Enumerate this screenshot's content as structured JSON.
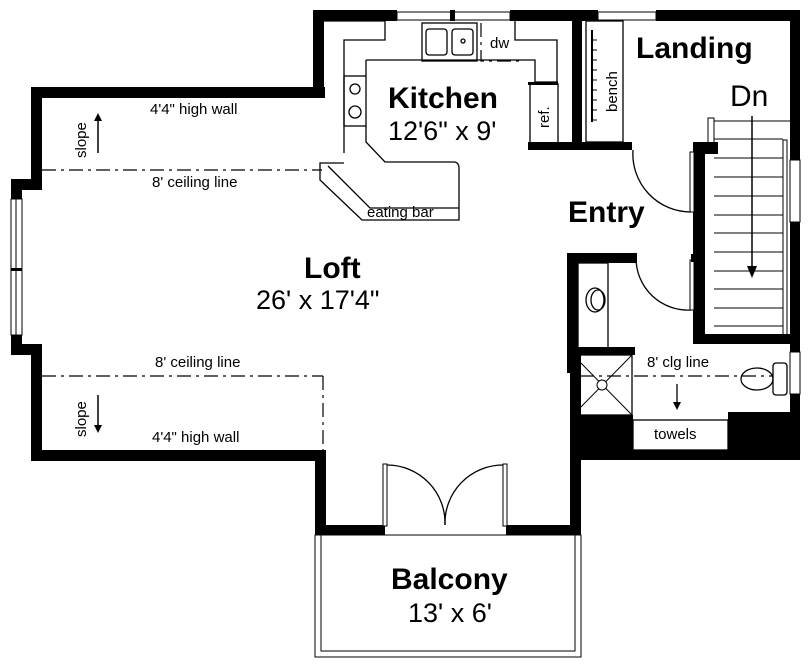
{
  "plan": {
    "rooms": {
      "kitchen": {
        "name": "Kitchen",
        "dims": "12'6\" x 9'"
      },
      "landing": {
        "name": "Landing",
        "stair_label": "Dn"
      },
      "entry": {
        "name": "Entry"
      },
      "loft": {
        "name": "Loft",
        "dims": "26' x 17'4\""
      },
      "balcony": {
        "name": "Balcony",
        "dims": "13' x 6'"
      }
    },
    "annotations": {
      "top_wall": "4'4\" high wall",
      "top_ceiling": "8' ceiling line",
      "bottom_ceiling": "8' ceiling line",
      "bottom_wall": "4'4\" high wall",
      "slope_up": "slope",
      "slope_down": "slope",
      "eating_bar": "eating bar",
      "dishwasher": "dw",
      "refrigerator": "ref.",
      "bench": "bench",
      "bath_ceiling": "8' clg line",
      "towels": "towels"
    },
    "colors": {
      "wall": "#000000",
      "background": "#ffffff"
    }
  }
}
